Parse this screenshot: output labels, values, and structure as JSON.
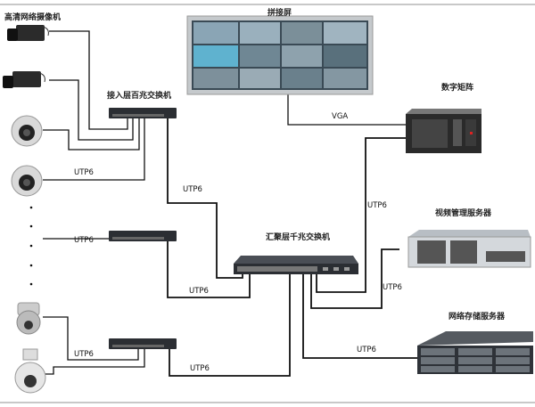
{
  "labels": {
    "cameras": "高清网络摄像机",
    "video_wall": "拼接屏",
    "digital_matrix": "数字矩阵",
    "access_switch": "接入层百兆交换机",
    "core_switch": "汇聚层千兆交换机",
    "vms_server": "视频管理服务器",
    "storage_server": "网络存储服务器"
  },
  "links": {
    "vga": "VGA",
    "utp_cam4": "UTP6",
    "utp_sw1_core": "UTP6",
    "utp_cam_sw2": "UTP6",
    "utp_sw2_core": "UTP6",
    "utp_cam_sw3": "UTP6",
    "utp_sw3_core": "UTP6",
    "utp_core_matrix": "UTP6",
    "utp_core_vms": "UTP6",
    "utp_core_storage": "UTP6"
  },
  "colors": {
    "line": "#111111",
    "device": "#2b2e33",
    "frame": "#cfd3d6"
  }
}
